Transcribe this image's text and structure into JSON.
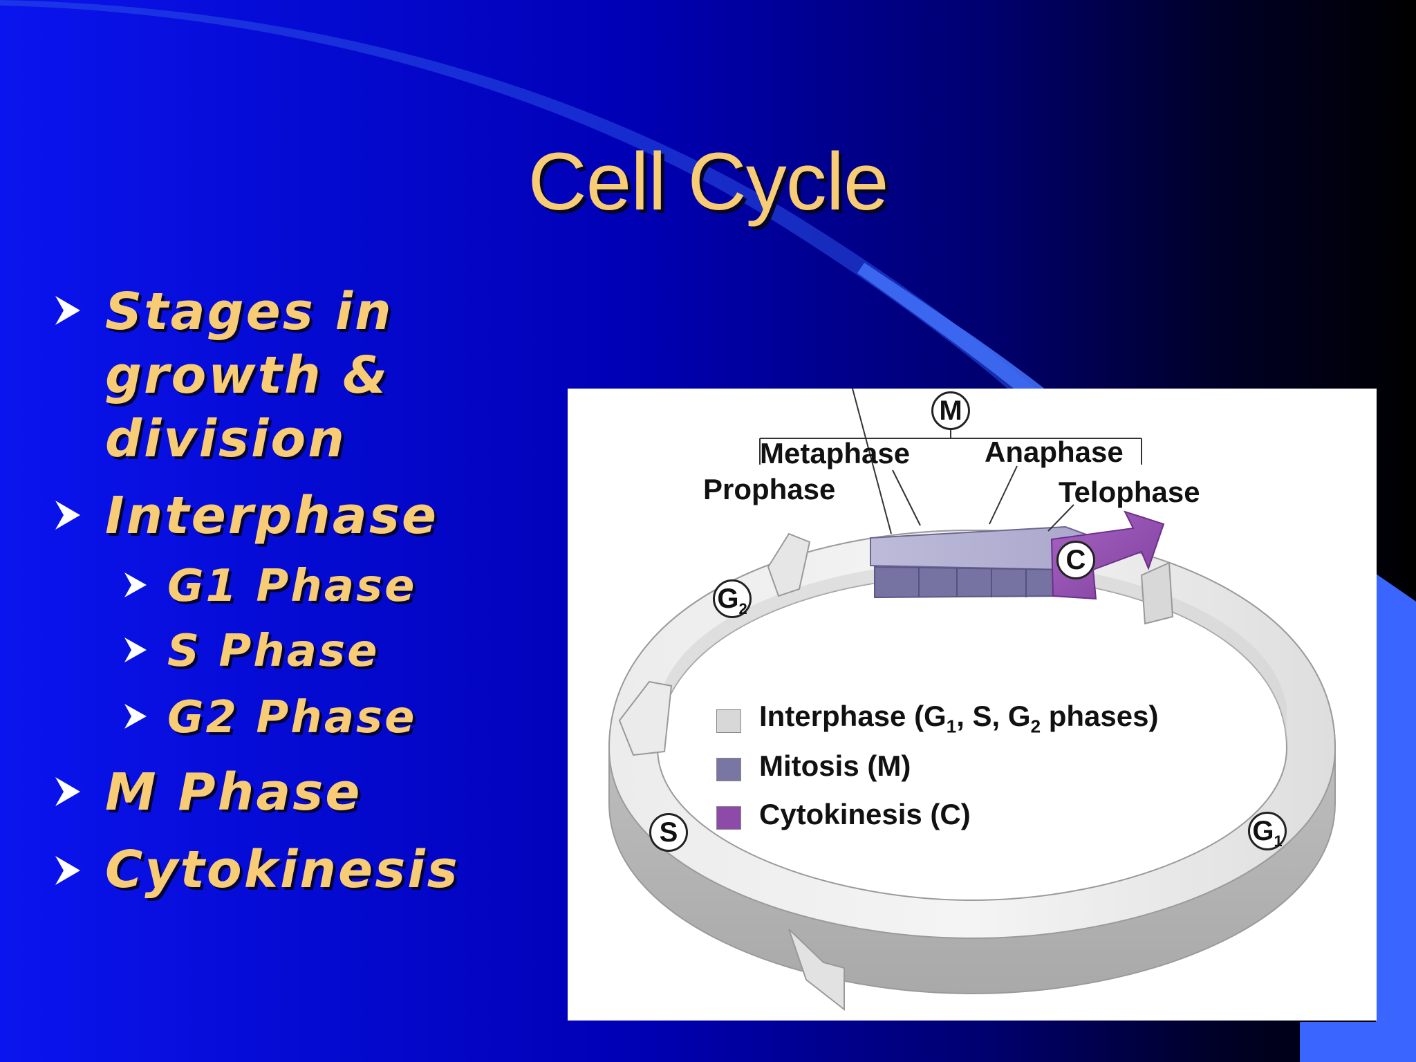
{
  "slide": {
    "title": "Cell Cycle",
    "bullets": [
      {
        "level": 1,
        "lines": [
          "Stages in",
          "growth &",
          "division"
        ]
      },
      {
        "level": 1,
        "lines": [
          "Interphase"
        ]
      },
      {
        "level": 2,
        "lines": [
          "G1  Phase"
        ]
      },
      {
        "level": 2,
        "lines": [
          "S Phase"
        ]
      },
      {
        "level": 2,
        "lines": [
          "G2 Phase"
        ]
      },
      {
        "level": 1,
        "lines": [
          "M Phase"
        ]
      },
      {
        "level": 1,
        "lines": [
          "Cytokinesis"
        ]
      }
    ]
  },
  "diagram": {
    "top_label": "M",
    "phase_labels": {
      "metaphase": "Metaphase",
      "anaphase": "Anaphase",
      "prophase": "Prophase",
      "telophase": "Telophase"
    },
    "circle_labels": {
      "c": "C",
      "g2": "G",
      "g2_sub": "2",
      "s": "S",
      "g1": "G",
      "g1_sub": "1"
    },
    "legend": [
      {
        "key": "interphase",
        "text_pre": "Interphase (G",
        "sub1": "1",
        "text_mid": ", S, G",
        "sub2": "2",
        "text_post": " phases)",
        "color": "#d8d8d8"
      },
      {
        "key": "mitosis",
        "text": "Mitosis (M)",
        "color": "#7a76a4"
      },
      {
        "key": "cytokinesis",
        "text": "Cytokinesis (C)",
        "color": "#8e4aa8"
      }
    ]
  },
  "colors": {
    "bullet_text": "#f8cc74",
    "title_text": "#f8cc74",
    "interphase": "#d8d8d8",
    "mitosis": "#7a76a4",
    "cytokinesis": "#8e4aa8"
  }
}
